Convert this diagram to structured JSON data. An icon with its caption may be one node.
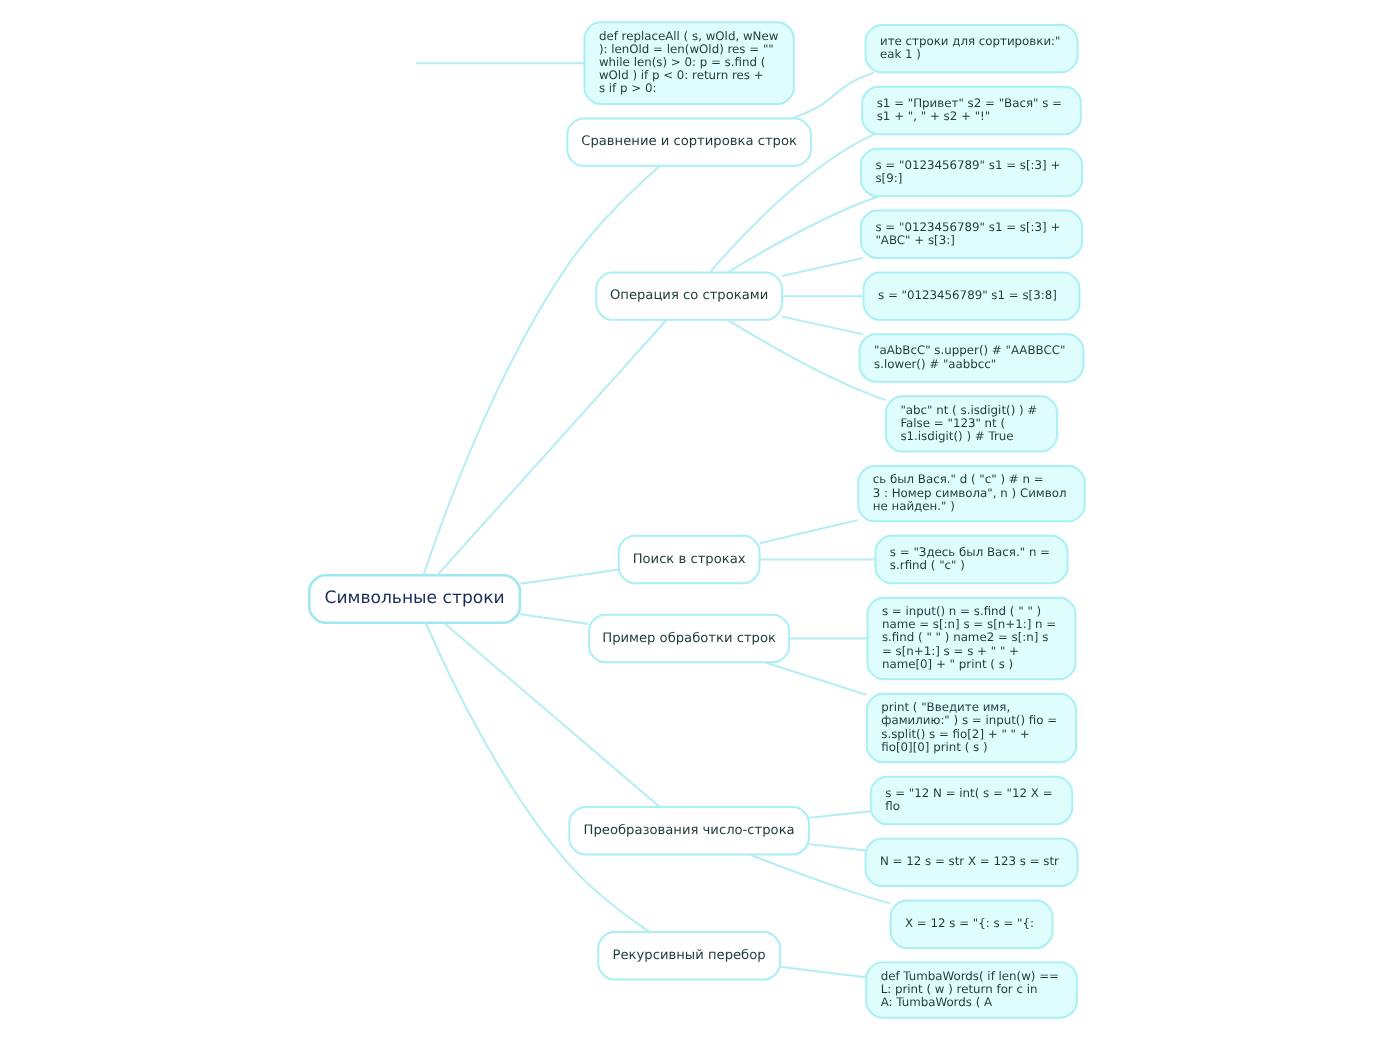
{
  "diagram": {
    "nodes": [
      {
        "text": [
          "Символьные строки"
        ]
      },
      {
        "text": [
          "Сравнение и сортировка строк"
        ]
      },
      {
        "text": [
          "ите строки для сортировки:\" eak 1 )"
        ]
      },
      {
        "text": [
          "Операция со строками"
        ]
      },
      {
        "text": [
          "s1 = \"Привет\" s2 = \"Вася\" s = s1 + \", \" + s2 + \"!\""
        ]
      },
      {
        "text": [
          "s = \"0123456789\" s1 = s[:3] + s[9:]"
        ]
      },
      {
        "text": [
          "s = \"0123456789\" s1 = s[:3] + \"ABC\" + s[3:]"
        ]
      },
      {
        "text": [
          "s = \"0123456789\" s1 = s[3:8]"
        ]
      },
      {
        "text": [
          "\"aAbBcC\" s.upper() # \"AABBCC\" s.lower() # \"aabbcc\""
        ]
      },
      {
        "text": [
          "\"abc\" nt ( s.isdigit() ) # False = \"123\" nt ( s1.isdigit() ) # True"
        ]
      },
      {
        "text": [
          "Поиск в строках"
        ]
      },
      {
        "text": [
          "сь был Вася.\" d ( \"c\" ) # n = 3 : Номер символа\", n ) Символ не найден.\" )"
        ]
      },
      {
        "text": [
          "s = \"Здесь был Вася.\" n = s.rfind ( \"c\" )"
        ]
      },
      {
        "text": [
          "Пример обработки строк"
        ]
      },
      {
        "text": [
          "s = input() n = s.find ( \" \" ) name = s[:n] s = s[n+1:] n = s.find ( \" \" ) name2 = s[:n] s = s[n+1:] s = s + \" \" + name[0] + \" print ( s )"
        ]
      },
      {
        "text": [
          "print ( \"Введите имя, фамилию:\" ) s = input() fio = s.split() s = fio[2] + \" \" + fio[0][0] print ( s )"
        ]
      },
      {
        "text": [
          "Преобразования число-строка"
        ]
      },
      {
        "text": [
          "s = \"12 N = int( s = \"12 X = flo"
        ]
      },
      {
        "text": [
          "N = 12 s = str X = 123 s = str"
        ]
      },
      {
        "text": [
          "X = 12 s = \"{: s = \"{:"
        ]
      },
      {
        "text": [
          "Рекурсивный перебор"
        ]
      },
      {
        "text": [
          "def TumbaWords( if len(w) == L: print ( w ) return for c in A: TumbaWords ( A"
        ]
      },
      {
        "text": [
          "def replaceAll ( s, wOld, wNew ): lenOld = len(wOld) res = \"\" while len(s) > 0: p = s.find ( wOld ) if p < 0: return res + s if p > 0:"
        ]
      }
    ],
    "edges": [
      {
        "from": 0,
        "to": 1,
        "arrow": "none"
      },
      {
        "from": 1,
        "to": 2,
        "arrow": "none"
      },
      {
        "from": 0,
        "to": 3,
        "arrow": "none"
      },
      {
        "from": 3,
        "to": 4,
        "arrow": "none"
      },
      {
        "from": 3,
        "to": 5,
        "arrow": "none"
      },
      {
        "from": 3,
        "to": 6,
        "arrow": "none"
      },
      {
        "from": 3,
        "to": 7,
        "arrow": "none"
      },
      {
        "from": 3,
        "to": 8,
        "arrow": "none"
      },
      {
        "from": 3,
        "to": 9,
        "arrow": "none"
      },
      {
        "from": 0,
        "to": 10,
        "arrow": "none"
      },
      {
        "from": 10,
        "to": 11,
        "arrow": "none"
      },
      {
        "from": 10,
        "to": 12,
        "arrow": "none"
      },
      {
        "from": 0,
        "to": 13,
        "arrow": "none"
      },
      {
        "from": 13,
        "to": 14,
        "arrow": "none"
      },
      {
        "from": 13,
        "to": 15,
        "arrow": "none"
      },
      {
        "from": 0,
        "to": 16,
        "arrow": "none"
      },
      {
        "from": 16,
        "to": 17,
        "arrow": "none"
      },
      {
        "from": 16,
        "to": 18,
        "arrow": "none"
      },
      {
        "from": 16,
        "to": 19,
        "arrow": "none"
      },
      {
        "from": 0,
        "to": 20,
        "arrow": "none"
      },
      {
        "from": 20,
        "to": 21,
        "arrow": "none"
      },
      {
        "from": null,
        "to": 22,
        "arrow": "none"
      }
    ]
  }
}
